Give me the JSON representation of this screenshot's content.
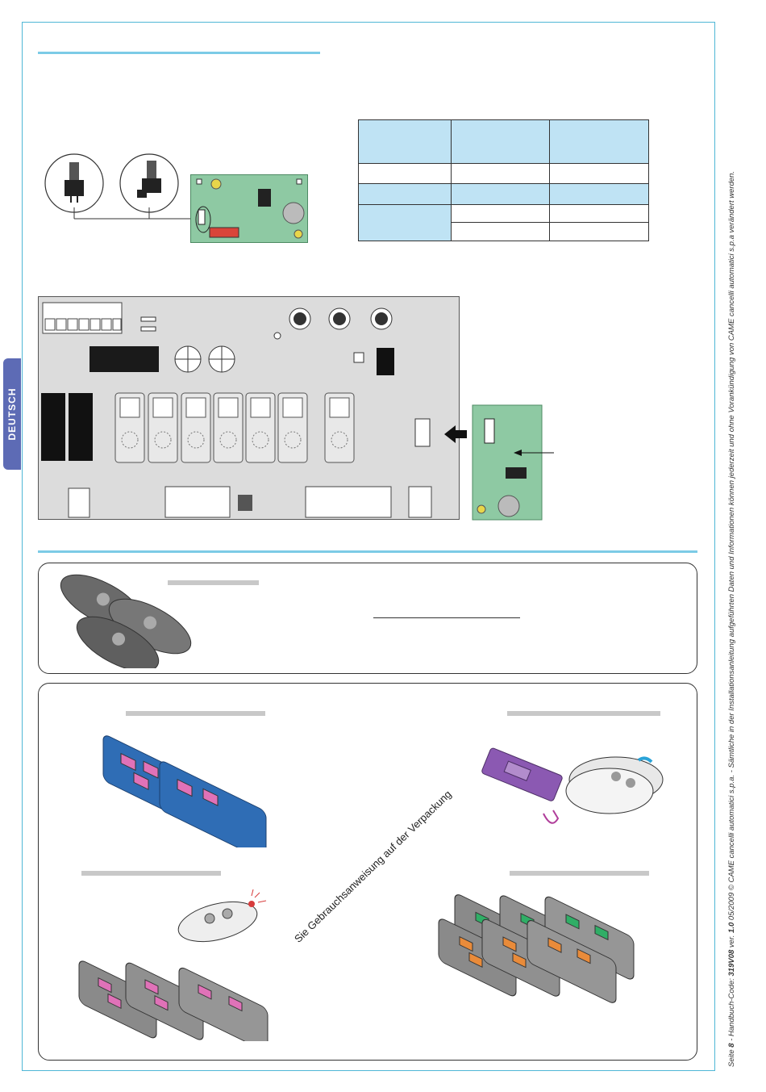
{
  "sidebar_tab": {
    "label": "DEUTSCH"
  },
  "footer_note": {
    "page_prefix": "Seite ",
    "page_number": "8",
    "code_prefix": "  - Handbuch-Code: ",
    "code": "319V08",
    "ver_prefix": " ver. ",
    "version": "1.0",
    "legal": "  05/2009  © CAME cancelli automatici s.p.a. - Sämtliche in der Installationsanleitung aufgeführten Daten und Informationen können jederzeit und ohne Vorankündigung von CAME cancelli automatici s.p.a verändert werden."
  },
  "instructions_text": "Sie Gebrauchsanweisung auf der Verpackung",
  "colors": {
    "accent": "#7ccbe6",
    "table_header": "#bfe3f4",
    "board": "#8ec9a3",
    "tab": "#5d6bb5"
  }
}
